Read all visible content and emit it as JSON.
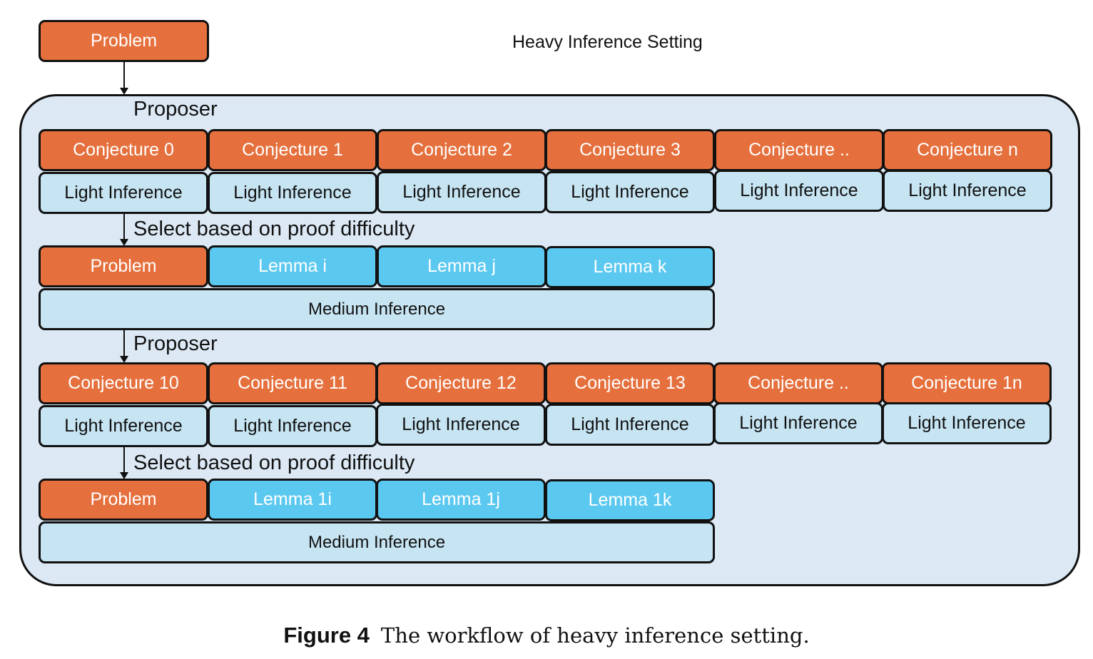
{
  "heading": "Heavy Inference Setting",
  "top_problem": "Problem",
  "stages": [
    {
      "proposer_label": "Proposer",
      "conjectures": [
        "Conjecture 0",
        "Conjecture 1",
        "Conjecture 2",
        "Conjecture 3",
        "Conjecture ..",
        "Conjecture n"
      ],
      "light_inference": "Light Inference",
      "select_label": "Select based on proof difficulty",
      "problem": "Problem",
      "lemmas": [
        "Lemma i",
        "Lemma j",
        "Lemma k"
      ],
      "medium_inference": "Medium Inference"
    },
    {
      "proposer_label": "Proposer",
      "conjectures": [
        "Conjecture 10",
        "Conjecture 11",
        "Conjecture 12",
        "Conjecture 13",
        "Conjecture ..",
        "Conjecture 1n"
      ],
      "light_inference": "Light Inference",
      "select_label": "Select based on proof difficulty",
      "problem": "Problem",
      "lemmas": [
        "Lemma 1i",
        "Lemma 1j",
        "Lemma 1k"
      ],
      "medium_inference": "Medium Inference"
    }
  ],
  "caption": {
    "tag": "Figure 4",
    "text": "The workflow of heavy inference setting."
  },
  "colors": {
    "problem_box": "#E5703D",
    "lemma_box": "#5BC8F0",
    "inference_box": "#C6E4F2",
    "container": "#DCE9F5"
  }
}
